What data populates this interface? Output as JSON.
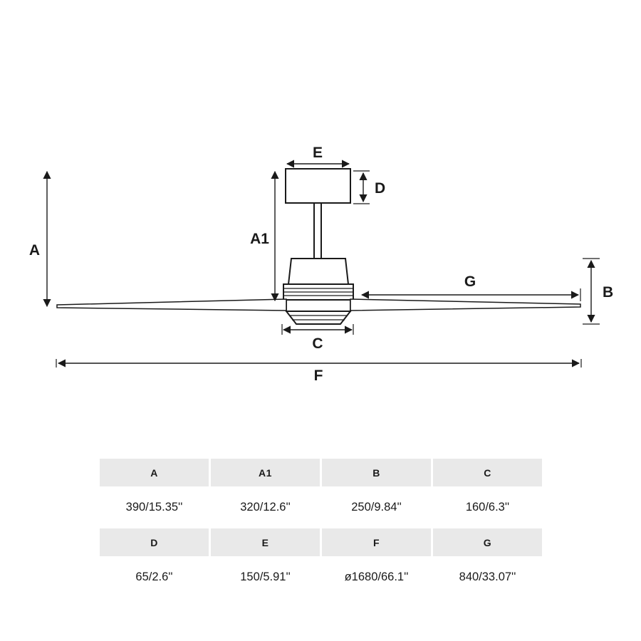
{
  "diagram": {
    "labels": {
      "A": "A",
      "A1": "A1",
      "B": "B",
      "C": "C",
      "D": "D",
      "E": "E",
      "F": "F",
      "G": "G"
    }
  },
  "table": {
    "rows": [
      {
        "headers": [
          "A",
          "A1",
          "B",
          "C"
        ],
        "values": [
          "390/15.35''",
          "320/12.6''",
          "250/9.84''",
          "160/6.3''"
        ]
      },
      {
        "headers": [
          "D",
          "E",
          "F",
          "G"
        ],
        "values": [
          "65/2.6''",
          "150/5.91''",
          "ø1680/66.1''",
          "840/33.07''"
        ]
      }
    ]
  }
}
